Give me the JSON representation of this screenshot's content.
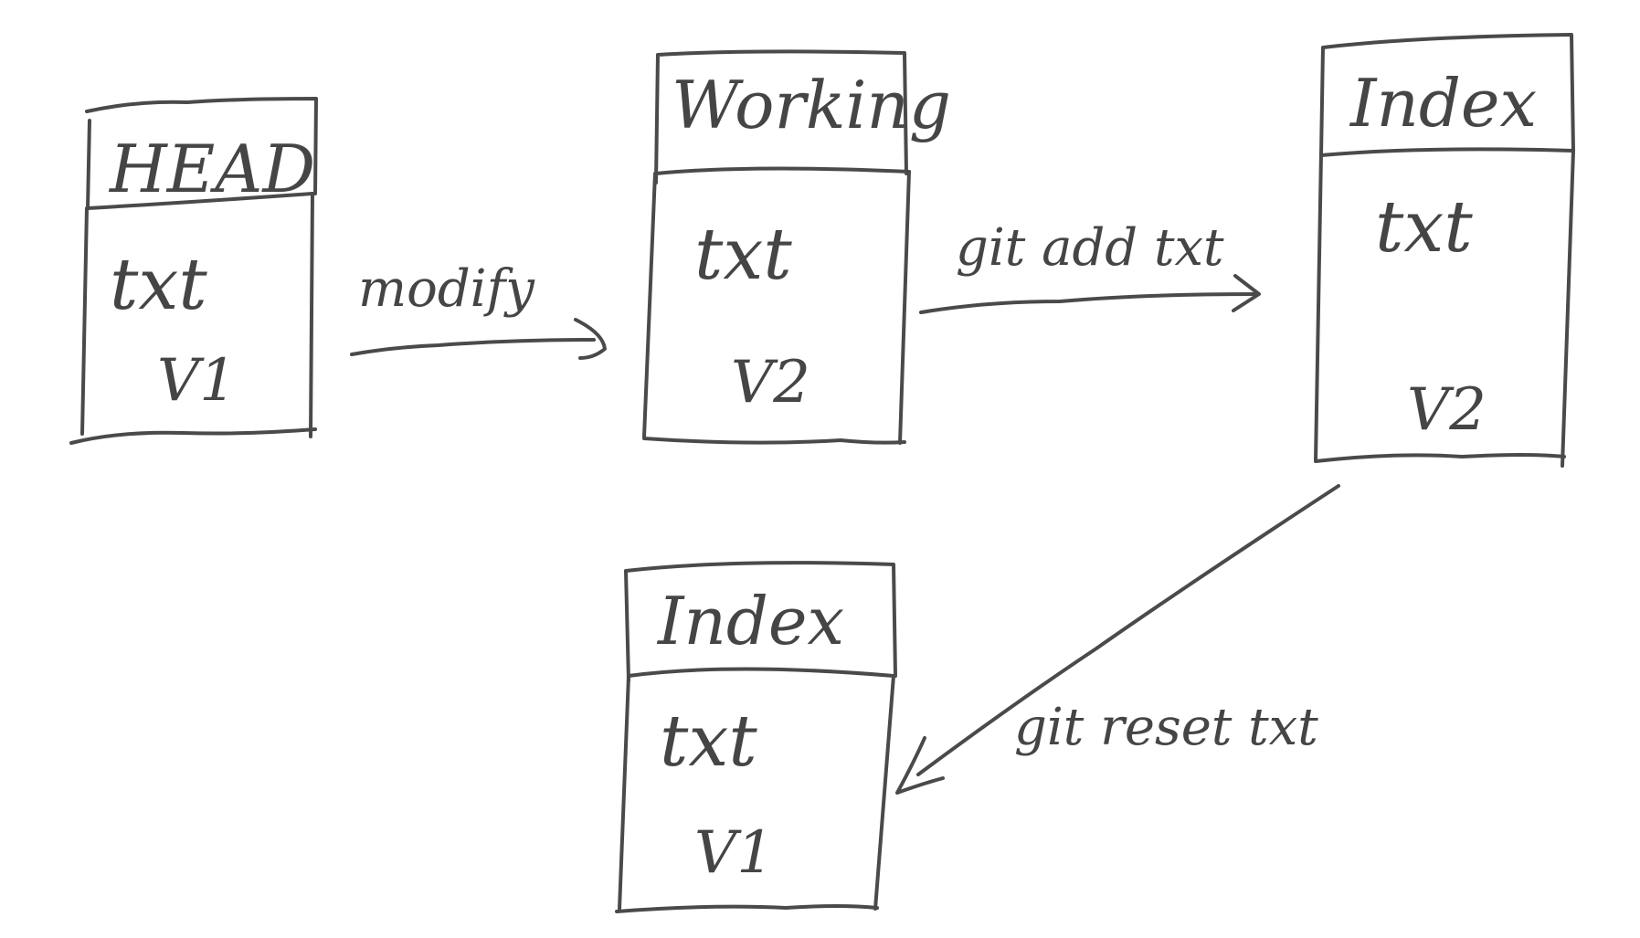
{
  "boxes": {
    "head": {
      "title": "HEAD",
      "file": "txt",
      "version": "V1"
    },
    "working": {
      "title": "Working",
      "file": "txt",
      "version": "V2"
    },
    "index": {
      "title": "Index",
      "file": "txt",
      "version": "V2"
    },
    "index_reset": {
      "title": "Index",
      "file": "txt",
      "version": "V1"
    }
  },
  "arrows": {
    "modify": "modify",
    "git_add": "git add txt",
    "git_reset": "git reset txt"
  },
  "colors": {
    "ink": "#4a4a4a",
    "background": "#ffffff"
  }
}
